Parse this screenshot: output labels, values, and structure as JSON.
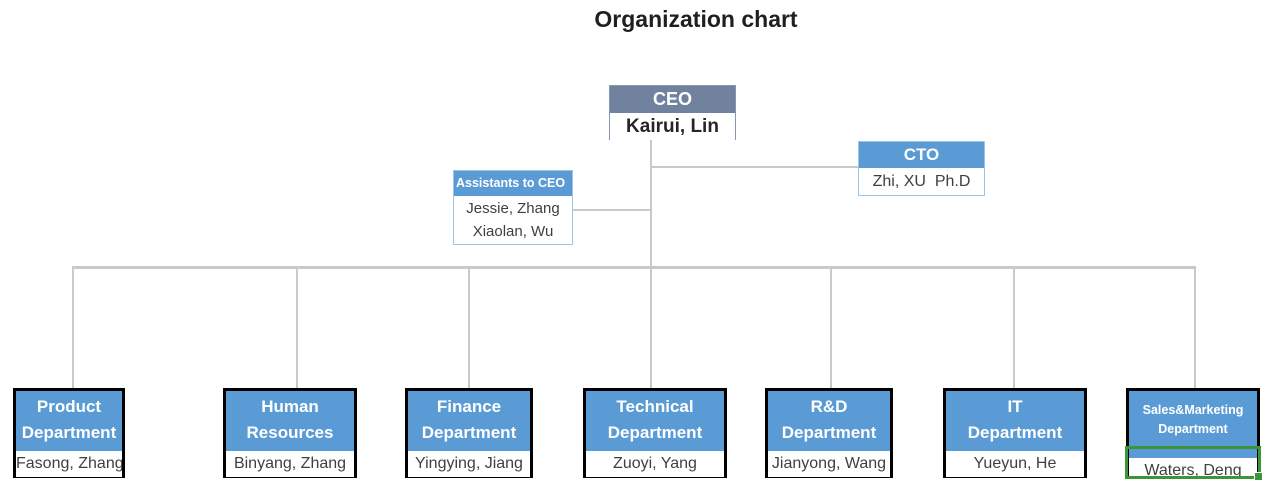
{
  "title": "Organization chart",
  "colors": {
    "header_blue": "#5b9bd5",
    "ceo_header_slate": "#71829e",
    "selection_green": "#3c9639",
    "connector_gray": "#c9c9c9",
    "selected_box_border": "#000000"
  },
  "nodes": {
    "ceo": {
      "title": "CEO",
      "name": "Kairui, Lin"
    },
    "cto": {
      "title": "CTO",
      "name": "Zhi, XU  Ph.D"
    },
    "assistants": {
      "title": "Assistants to CEO",
      "members": [
        "Jessie, Zhang",
        "Xiaolan, Wu"
      ]
    },
    "departments": [
      {
        "title_lines": [
          "Product",
          "Department"
        ],
        "name": "Fasong, Zhang"
      },
      {
        "title_lines": [
          "Human",
          "Resources"
        ],
        "name": "Binyang, Zhang"
      },
      {
        "title_lines": [
          "Finance",
          "Department"
        ],
        "name": "Yingying, Jiang"
      },
      {
        "title_lines": [
          "Technical",
          "Department"
        ],
        "name": "Zuoyi, Yang"
      },
      {
        "title_lines": [
          "R&D",
          "Department"
        ],
        "name": "Jianyong, Wang"
      },
      {
        "title_lines": [
          "IT",
          "Department"
        ],
        "name": "Yueyun, He"
      },
      {
        "title_lines": [
          "Sales&Marketing",
          "Department"
        ],
        "name": "Waters, Deng",
        "selected": "true"
      }
    ]
  }
}
